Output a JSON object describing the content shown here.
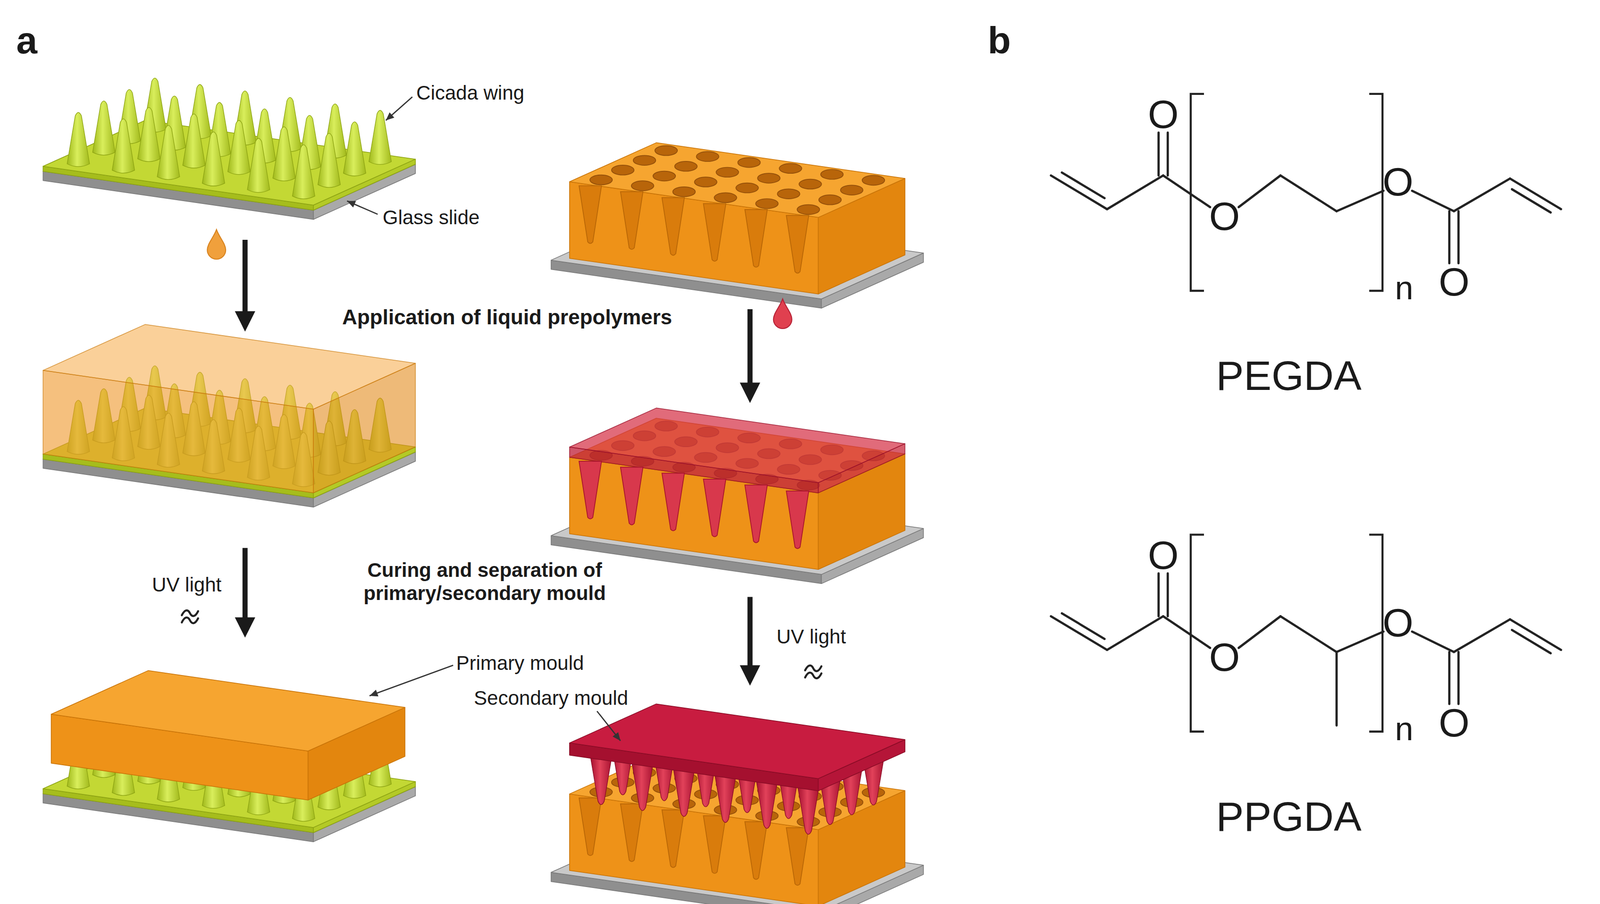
{
  "diagram": {
    "labels": [
      "a",
      "Cicada wing",
      "Glass slide",
      "Application of liquid prepolymers",
      "UV light",
      "Curing and separation of primary/secondary mould",
      "UV light",
      "Primary mould",
      "Secondary mould",
      "b",
      "O",
      "O",
      "O",
      "n",
      "O",
      "PEGDA",
      "O",
      "O",
      "O",
      "n",
      "O",
      "PPGDA"
    ]
  }
}
